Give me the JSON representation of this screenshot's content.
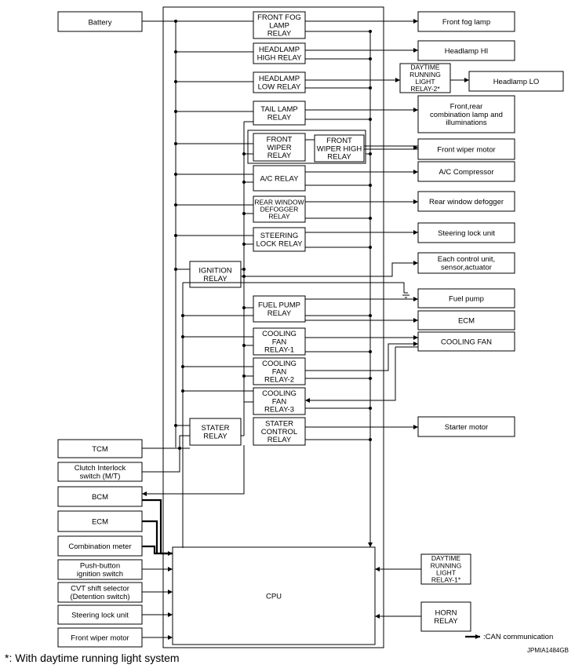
{
  "left_inputs": [
    {
      "key": "battery",
      "label": "Battery"
    },
    {
      "key": "tcm",
      "label": "TCM"
    },
    {
      "key": "clutch",
      "label": "Clutch Interlock\nswitch (M/T)"
    },
    {
      "key": "bcm",
      "label": "BCM"
    },
    {
      "key": "ecm_in",
      "label": "ECM"
    },
    {
      "key": "combi",
      "label": "Combination meter"
    },
    {
      "key": "push",
      "label": "Push-button\nignition switch"
    },
    {
      "key": "cvt",
      "label": "CVT shift selector\n(Detention switch)"
    },
    {
      "key": "steer_in",
      "label": "Steering lock unit"
    },
    {
      "key": "wiper_in",
      "label": "Front wiper motor"
    }
  ],
  "relays": [
    {
      "key": "fog",
      "label": "FRONT FOG\nLAMP\nRELAY"
    },
    {
      "key": "hi",
      "label": "HEADLAMP\nHIGH RELAY"
    },
    {
      "key": "lo",
      "label": "HEADLAMP\nLOW RELAY"
    },
    {
      "key": "tail",
      "label": "TAIL LAMP\nRELAY"
    },
    {
      "key": "wiper",
      "label": "FRONT\nWIPER\nRELAY"
    },
    {
      "key": "wiperhi",
      "label": "FRONT\nWIPER HIGH\nRELAY"
    },
    {
      "key": "ac",
      "label": "A/C RELAY"
    },
    {
      "key": "rear",
      "label": "REAR WINDOW\nDEFOGGER\nRELAY"
    },
    {
      "key": "steer",
      "label": "STEERING\nLOCK RELAY"
    },
    {
      "key": "ign",
      "label": "IGNITION\nRELAY"
    },
    {
      "key": "fuel",
      "label": "FUEL PUMP\nRELAY"
    },
    {
      "key": "cf1",
      "label": "COOLING\nFAN\nRELAY-1"
    },
    {
      "key": "cf2",
      "label": "COOLING\nFAN\nRELAY-2"
    },
    {
      "key": "cf3",
      "label": "COOLING\nFAN\nRELAY-3"
    },
    {
      "key": "stater",
      "label": "STATER\nRELAY"
    },
    {
      "key": "statctl",
      "label": "STATER\nCONTROL\nRELAY"
    }
  ],
  "outputs": [
    {
      "key": "foglamp",
      "label": "Front fog lamp"
    },
    {
      "key": "headhi",
      "label": "Headlamp HI"
    },
    {
      "key": "drl2",
      "label": "DAYTIME\nRUNNING\nLIGHT\nRELAY-2*"
    },
    {
      "key": "headlo",
      "label": "Headlamp LO"
    },
    {
      "key": "combo",
      "label": "Front,rear\ncombination lamp and\nilluminations"
    },
    {
      "key": "wipermotor",
      "label": "Front wiper motor"
    },
    {
      "key": "accomp",
      "label": "A/C Compressor"
    },
    {
      "key": "defog",
      "label": "Rear window defogger"
    },
    {
      "key": "steerunit",
      "label": "Steering lock unit"
    },
    {
      "key": "ctrlunit",
      "label": "Each control unit,\nsensor,actuator"
    },
    {
      "key": "fuelpump",
      "label": "Fuel pump"
    },
    {
      "key": "ecm_out",
      "label": "ECM"
    },
    {
      "key": "coolfan",
      "label": "COOLING FAN"
    },
    {
      "key": "starter",
      "label": "Starter motor"
    }
  ],
  "right_inputs": [
    {
      "key": "drl1",
      "label": "DAYTIME\nRUNNING\nLIGHT\nRELAY-1*"
    },
    {
      "key": "horn",
      "label": "HORN\nRELAY"
    }
  ],
  "cpu_label": "CPU",
  "legend_label": ":CAN communication",
  "footnote": "*: With daytime running light system",
  "figure_code": "JPMIA1484GB"
}
